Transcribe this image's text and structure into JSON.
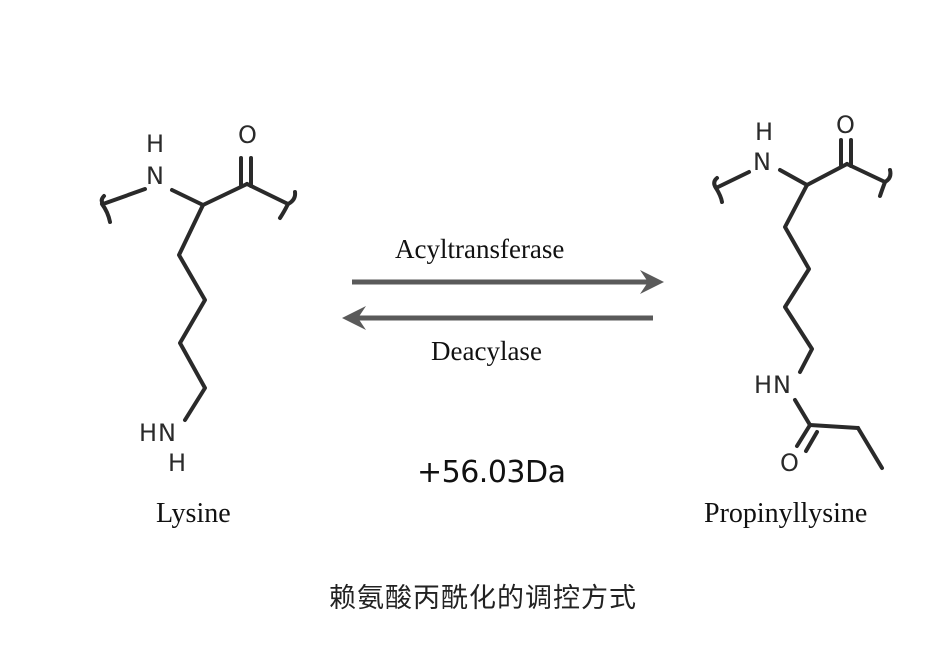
{
  "diagram": {
    "type": "chemical-reaction-scheme",
    "colors": {
      "background": "#ffffff",
      "bond": "#2a2a2a",
      "arrow": "#5a5a5a",
      "text": "#111111"
    },
    "lysine": {
      "name": "Lysine",
      "atoms": {
        "backbone_h": "H",
        "backbone_n": "N",
        "carbonyl_o": "O",
        "side_hn": "HN",
        "side_h": "H"
      }
    },
    "propinyllysine": {
      "name": "Propinyllysine",
      "atoms": {
        "backbone_h": "H",
        "backbone_n": "N",
        "carbonyl_o": "O",
        "side_hn": "HN",
        "acyl_o": "O"
      }
    },
    "forward_arrow": {
      "label": "Acyltransferase",
      "direction": "right"
    },
    "reverse_arrow": {
      "label": "Deacylase",
      "direction": "left"
    },
    "mass_shift": "+56.03Da",
    "caption": "赖氨酸丙酰化的调控方式"
  }
}
